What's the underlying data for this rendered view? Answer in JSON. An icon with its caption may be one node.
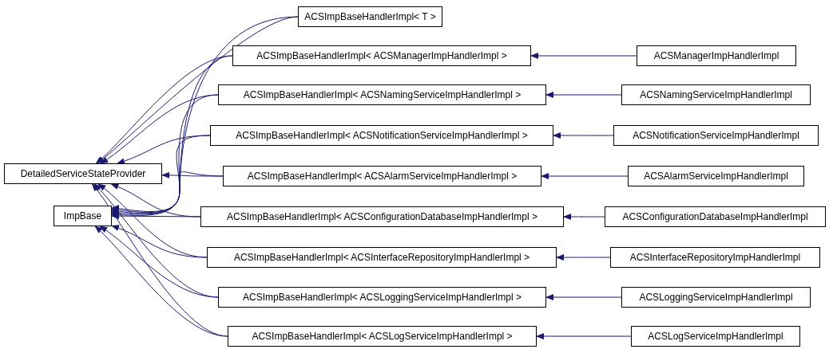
{
  "diagram": {
    "nodes": [
      {
        "text": [
          "DetailedServiceStateProvider"
        ]
      },
      {
        "text": [
          "ImpBase"
        ]
      },
      {
        "text": [
          "ACSImpBaseHandlerImpl< T >"
        ]
      },
      {
        "text": [
          "ACSImpBaseHandlerImpl< ACSManagerImpHandlerImpl >"
        ]
      },
      {
        "text": [
          "ACSImpBaseHandlerImpl< ACSNamingServiceImpHandlerImpl >"
        ]
      },
      {
        "text": [
          "ACSImpBaseHandlerImpl< ACSNotificationServiceImpHandlerImpl >"
        ]
      },
      {
        "text": [
          "ACSImpBaseHandlerImpl< ACSAlarmServiceImpHandlerImpl >"
        ]
      },
      {
        "text": [
          "ACSImpBaseHandlerImpl< ACSConfigurationDatabaseImpHandlerImpl >"
        ]
      },
      {
        "text": [
          "ACSImpBaseHandlerImpl< ACSInterfaceRepositoryImpHandlerImpl >"
        ]
      },
      {
        "text": [
          "ACSImpBaseHandlerImpl< ACSLoggingServiceImpHandlerImpl >"
        ]
      },
      {
        "text": [
          "ACSImpBaseHandlerImpl< ACSLogServiceImpHandlerImpl >"
        ]
      },
      {
        "text": [
          "ACSManagerImpHandlerImpl"
        ]
      },
      {
        "text": [
          "ACSNamingServiceImpHandlerImpl"
        ]
      },
      {
        "text": [
          "ACSNotificationServiceImpHandlerImpl"
        ]
      },
      {
        "text": [
          "ACSAlarmServiceImpHandlerImpl"
        ]
      },
      {
        "text": [
          "ACSConfigurationDatabaseImpHandlerImpl"
        ]
      },
      {
        "text": [
          "ACSInterfaceRepositoryImpHandlerImpl"
        ]
      },
      {
        "text": [
          "ACSLoggingServiceImpHandlerImpl"
        ]
      },
      {
        "text": [
          "ACSLogServiceImpHandlerImpl"
        ]
      }
    ],
    "edges": [
      {
        "from": 2,
        "to": 0,
        "arrow": "to"
      },
      {
        "from": 2,
        "to": 1,
        "arrow": "to"
      },
      {
        "from": 3,
        "to": 0,
        "arrow": "to"
      },
      {
        "from": 3,
        "to": 1,
        "arrow": "to"
      },
      {
        "from": 4,
        "to": 0,
        "arrow": "to"
      },
      {
        "from": 4,
        "to": 1,
        "arrow": "to"
      },
      {
        "from": 5,
        "to": 0,
        "arrow": "to"
      },
      {
        "from": 5,
        "to": 1,
        "arrow": "to"
      },
      {
        "from": 6,
        "to": 0,
        "arrow": "to"
      },
      {
        "from": 6,
        "to": 1,
        "arrow": "to"
      },
      {
        "from": 7,
        "to": 0,
        "arrow": "to"
      },
      {
        "from": 7,
        "to": 1,
        "arrow": "to"
      },
      {
        "from": 8,
        "to": 0,
        "arrow": "to"
      },
      {
        "from": 8,
        "to": 1,
        "arrow": "to"
      },
      {
        "from": 9,
        "to": 0,
        "arrow": "to"
      },
      {
        "from": 9,
        "to": 1,
        "arrow": "to"
      },
      {
        "from": 10,
        "to": 0,
        "arrow": "to"
      },
      {
        "from": 10,
        "to": 1,
        "arrow": "to"
      },
      {
        "from": 11,
        "to": 3,
        "arrow": "to"
      },
      {
        "from": 12,
        "to": 4,
        "arrow": "to"
      },
      {
        "from": 13,
        "to": 5,
        "arrow": "to"
      },
      {
        "from": 14,
        "to": 6,
        "arrow": "to"
      },
      {
        "from": 15,
        "to": 7,
        "arrow": "to"
      },
      {
        "from": 16,
        "to": 8,
        "arrow": "to"
      },
      {
        "from": 17,
        "to": 9,
        "arrow": "to"
      },
      {
        "from": 18,
        "to": 10,
        "arrow": "to"
      }
    ]
  }
}
